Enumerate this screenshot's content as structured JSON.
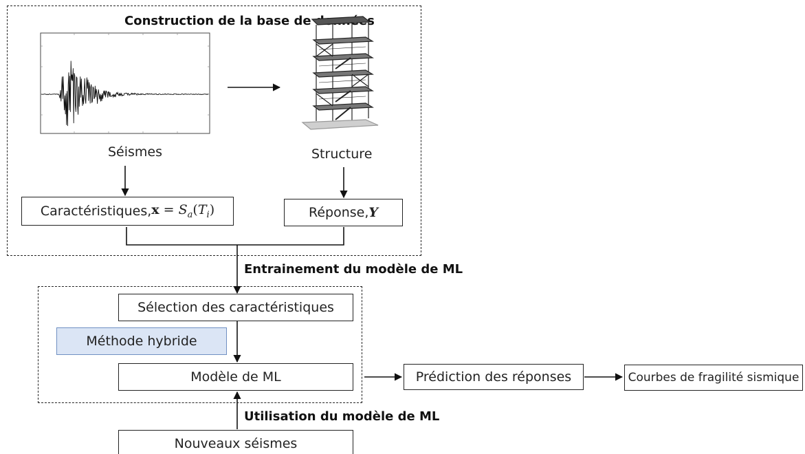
{
  "database_section": {
    "title": "Construction de la base de données",
    "earthquake_label": "Séismes",
    "structure_label": "Structure",
    "features_box": {
      "text": "Caractéristiques, ",
      "formula_bold_x": "x",
      "formula_eq": " = ",
      "formula_S": "S",
      "formula_sub_a": "a",
      "formula_open": "(",
      "formula_T": "T",
      "formula_sub_i": "i",
      "formula_close": ")"
    },
    "response_box": {
      "text": "Réponse, ",
      "formula_Y": "Y"
    }
  },
  "training_label": "Entrainement du modèle de ML",
  "ml_section": {
    "feature_selection": "Sélection des caractéristiques",
    "hybrid_method": "Méthode hybride",
    "ml_model": "Modèle de ML"
  },
  "prediction_box": "Prédiction des réponses",
  "fragility_box": "Courbes de fragilité sismique",
  "usage_label": "Utilisation du modèle de ML",
  "new_earthquakes_box": "Nouveaux séismes",
  "colors": {
    "hybrid_fill": "#dbe5f5",
    "hybrid_border": "#6f8fc2",
    "line": "#111111"
  },
  "icons": {
    "seismogram": "seismogram-plot",
    "building": "building-sketch"
  }
}
